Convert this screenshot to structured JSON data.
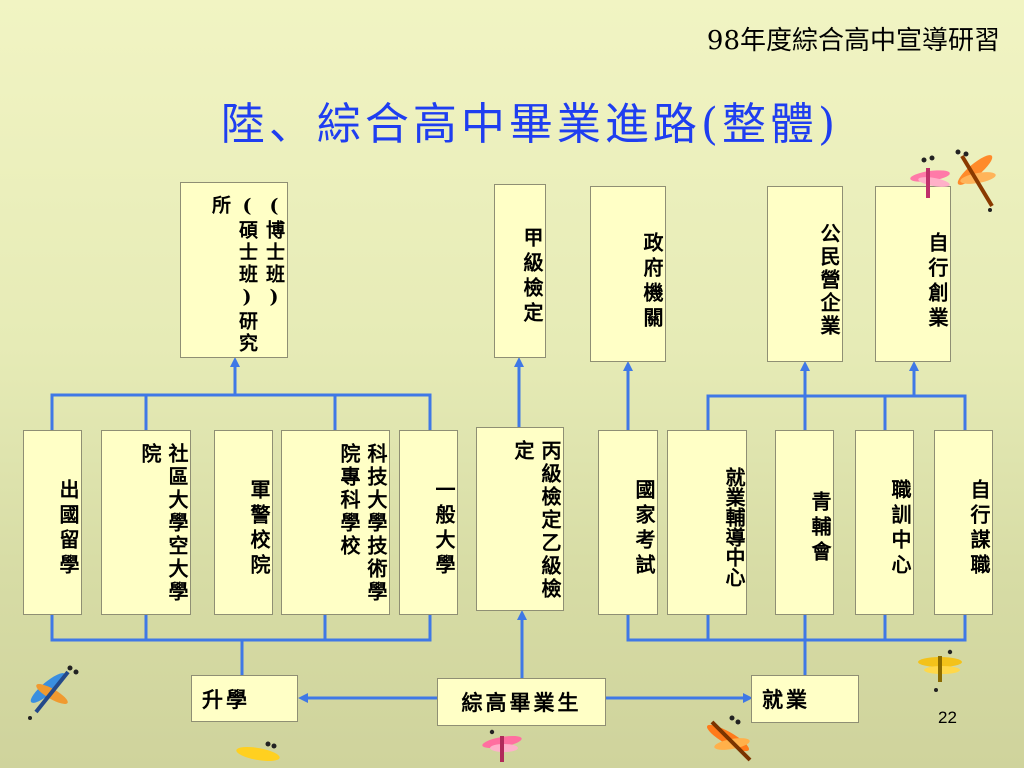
{
  "slide": {
    "header_note": "98年度綜合高中宣導研習",
    "title": "陸、綜合高中畢業進路(整體)",
    "page_number": "22"
  },
  "top_boxes": {
    "graduate": "(博士班)(碩士班)研究所",
    "grade_a_exam": "甲級檢定",
    "government": "政府機關",
    "private": "公民營企業",
    "self_business": "自行創業"
  },
  "middle_boxes": {
    "study_abroad": "出國留學",
    "community": "社區大學空大學院",
    "military": "軍警校院",
    "tech": "科技大學技術學院專科學校",
    "university": "一般大學",
    "exam_bc": "丙級檢定乙級檢定",
    "national_exam": "國家考試",
    "employment_center": "就業輔導中心",
    "youth": "青輔會",
    "training": "職訓中心",
    "self_job": "自行謀職"
  },
  "bottom_boxes": {
    "further_study": "升學",
    "graduate_student": "綜高畢業生",
    "employment": "就業"
  },
  "colors": {
    "connector": "#3f78e6",
    "box_fill": "#ffffc6",
    "title": "#1f3ef0"
  }
}
